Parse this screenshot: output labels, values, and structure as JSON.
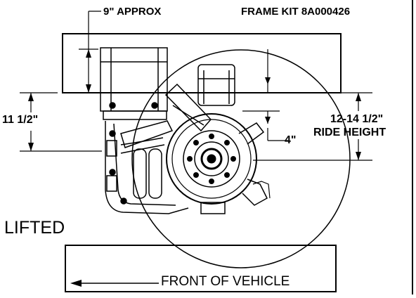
{
  "labels": {
    "approx_dim": "9\" APPROX",
    "frame_kit": "FRAME KIT 8A000426",
    "left_dim": "11 1/2\"",
    "ride_height_value": "12-14 1/2\"",
    "ride_height_label": "RIDE HEIGHT",
    "axle_dim": "4\"",
    "state": "LIFTED",
    "front": "FRONT OF VEHICLE"
  },
  "colors": {
    "line": "#000000",
    "background": "#ffffff"
  }
}
